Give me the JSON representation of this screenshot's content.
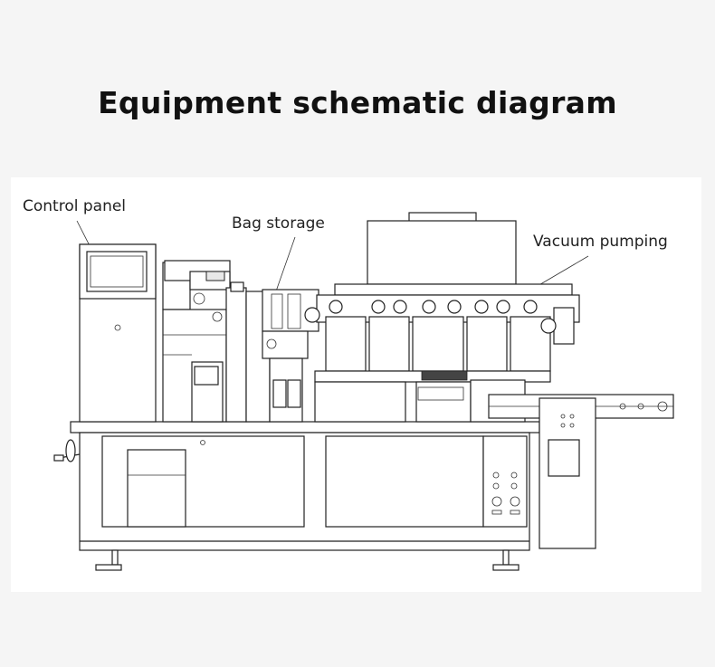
{
  "title": "Equipment schematic diagram",
  "labels": {
    "control_panel": "Control panel",
    "bag_storage": "Bag storage",
    "vacuum_pumping": "Vacuum pumping"
  }
}
